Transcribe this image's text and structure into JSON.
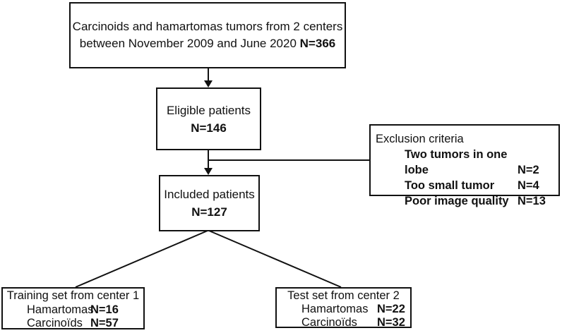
{
  "figure": {
    "background_color": "#ffffff",
    "line_color": "#111111",
    "type": "flowchart"
  },
  "boxes": {
    "source": {
      "line1": "Carcinoids and hamartomas tumors from 2 centers",
      "line2_prefix": "between  November  2009 and June 2020 ",
      "line2_n": "N=366"
    },
    "eligible": {
      "title": "Eligible patients",
      "n": "N=146"
    },
    "exclusion": {
      "title": "Exclusion criteria",
      "items": [
        {
          "label": "Two tumors in one lobe",
          "n": "N=2"
        },
        {
          "label": "Too small tumor",
          "n": "N=4"
        },
        {
          "label": "Poor image quality",
          "n": "N=13"
        }
      ]
    },
    "included": {
      "title": "Included patients",
      "n": "N=127"
    },
    "training": {
      "title": "Training set from center 1",
      "rows": [
        {
          "label": "Hamartomas",
          "n": "N=16"
        },
        {
          "label": "Carcinoïds",
          "n": "N=57"
        }
      ]
    },
    "test": {
      "title": "Test set from center 2",
      "rows": [
        {
          "label": "Hamartomas",
          "n": "N=22"
        },
        {
          "label": "Carcinoïds",
          "n": "N=32"
        }
      ]
    }
  }
}
